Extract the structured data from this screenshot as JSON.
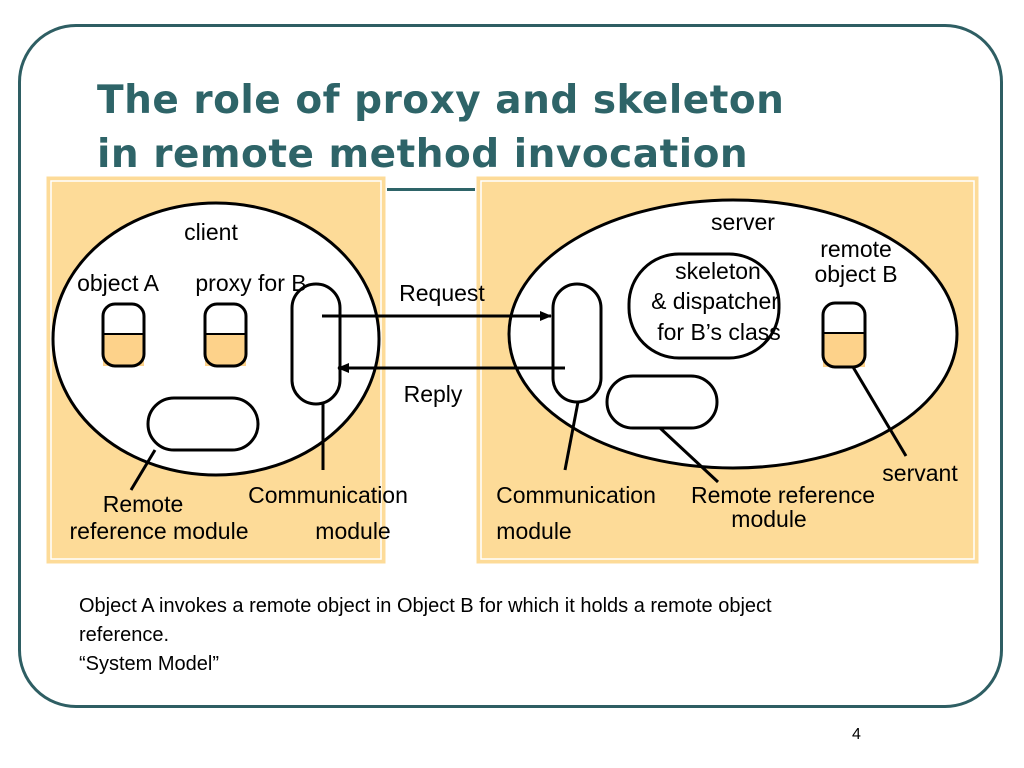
{
  "title": {
    "line1": "The role of proxy and skeleton",
    "line2": "in remote method invocation"
  },
  "diagram": {
    "client": {
      "label": "client",
      "object_a": "object A",
      "proxy": "proxy for B",
      "remote_ref_module": [
        "Remote",
        "reference module"
      ],
      "comm_module": [
        "Communication",
        "module"
      ]
    },
    "server": {
      "label": "server",
      "remote_object": [
        "remote",
        "object B"
      ],
      "skeleton": [
        "skeleton",
        "& dispatcher",
        "for B’s class"
      ],
      "servant": "servant",
      "comm_module": [
        "Communication",
        "module"
      ],
      "remote_ref_module": [
        "Remote reference",
        "module"
      ]
    },
    "request": "Request",
    "reply": "Reply"
  },
  "caption": {
    "line1": "Object A invokes a remote object in Object B for which it holds a remote object",
    "line2": "reference.",
    "line3": "“System Model”"
  },
  "page_number": "4",
  "colors": {
    "frame": "#2e5e63",
    "title": "#2e6468",
    "panel_fill": "#fddb98",
    "object_fill": "#fdd28a"
  }
}
